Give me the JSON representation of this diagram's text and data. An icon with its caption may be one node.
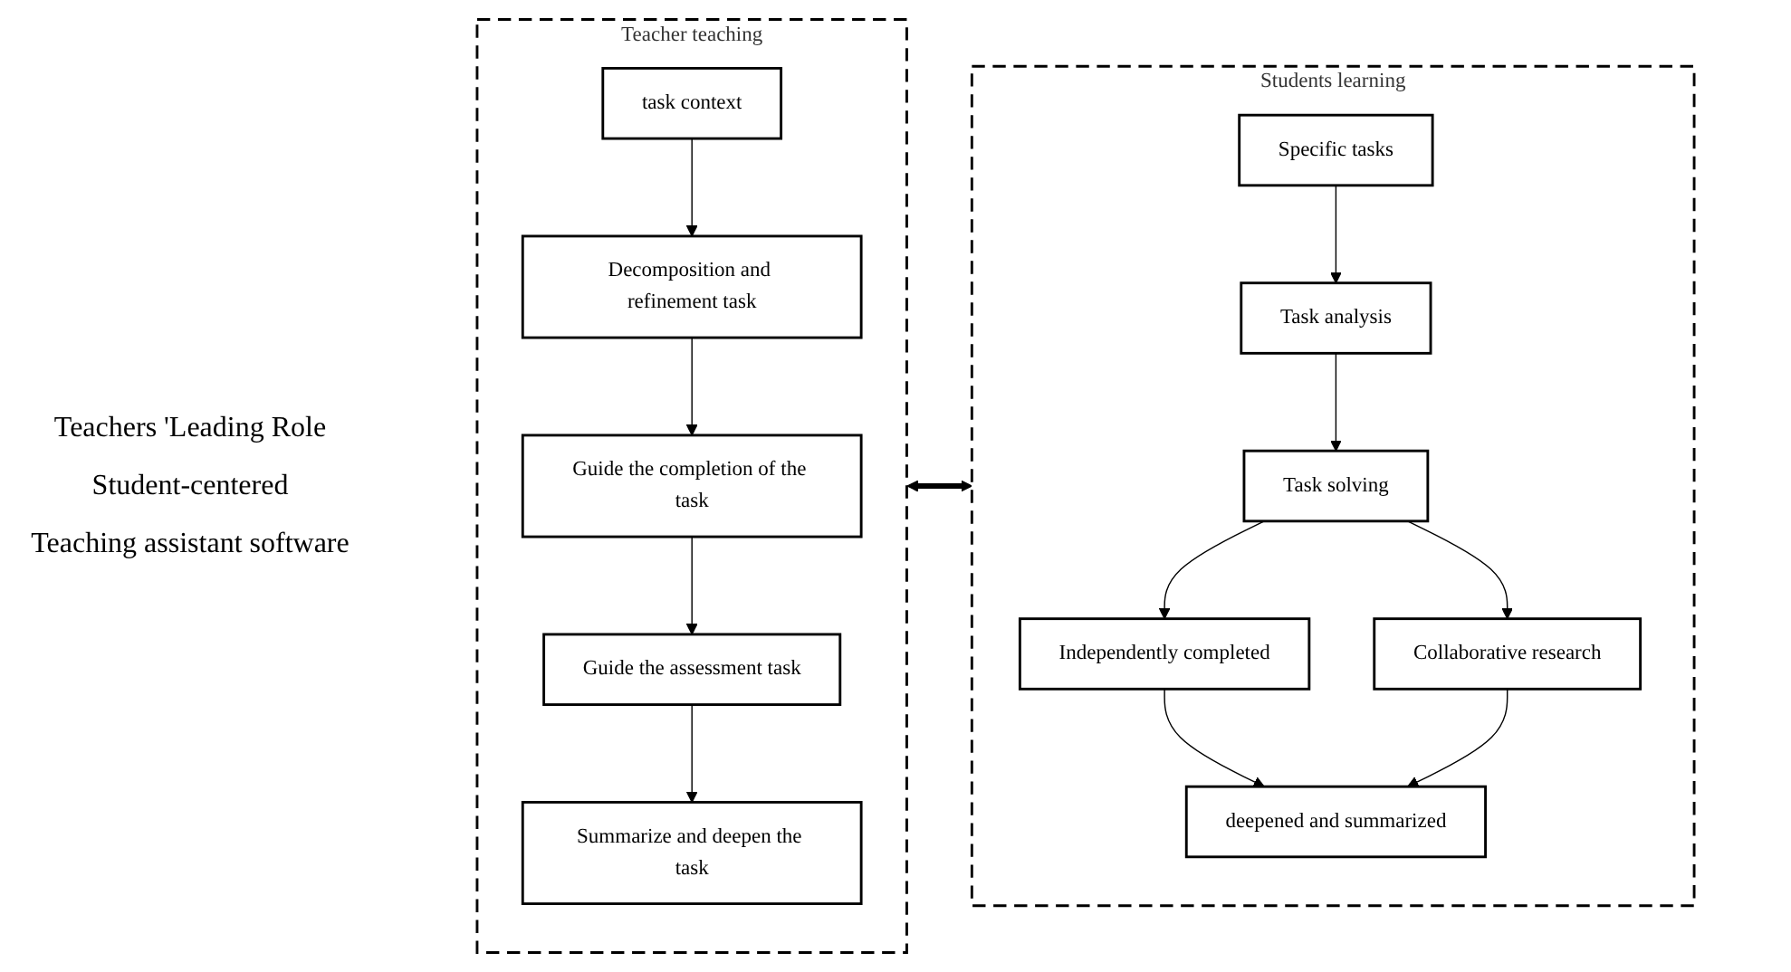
{
  "diagram": {
    "nodes": [
      {
        "text": [
          "Teacher teaching"
        ]
      },
      {
        "text": [
          "task context"
        ],
        "in": 0
      },
      {
        "text": [
          "Decomposition and refinement task"
        ],
        "in": 0
      },
      {
        "text": [
          "Guide the completion of the task"
        ],
        "in": 0
      },
      {
        "text": [
          "Guide the assessment task"
        ],
        "in": 0
      },
      {
        "text": [
          "Summarize and deepen the task"
        ],
        "in": 0
      },
      {
        "text": [
          "Students learning"
        ]
      },
      {
        "text": [
          "Specific tasks"
        ],
        "in": 6
      },
      {
        "text": [
          "Task analysis"
        ],
        "in": 6
      },
      {
        "text": [
          "Task solving"
        ],
        "in": 6
      },
      {
        "text": [
          "Independently completed"
        ],
        "in": 6
      },
      {
        "text": [
          "Collaborative research"
        ],
        "in": 6
      },
      {
        "text": [
          "deepened and summarized"
        ],
        "in": 6
      }
    ],
    "edges": [
      {
        "from": 1,
        "to": 2,
        "arrow": "to"
      },
      {
        "from": 2,
        "to": 3,
        "arrow": "to"
      },
      {
        "from": 3,
        "to": 4,
        "arrow": "to"
      },
      {
        "from": 4,
        "to": 5,
        "arrow": "to"
      },
      {
        "from": 7,
        "to": 8,
        "arrow": "to"
      },
      {
        "from": 8,
        "to": 9,
        "arrow": "to"
      },
      {
        "from": 9,
        "to": 10,
        "arrow": "to"
      },
      {
        "from": 9,
        "to": 11,
        "arrow": "to"
      },
      {
        "from": 10,
        "to": 12,
        "arrow": "to"
      },
      {
        "from": 11,
        "to": 12,
        "arrow": "to"
      },
      {
        "from": 0,
        "to": 6,
        "arrow": "both",
        "style": "thick"
      }
    ],
    "labels": [
      "Teachers 'Leading Role",
      "Student-centered",
      "Teaching assistant software"
    ]
  }
}
